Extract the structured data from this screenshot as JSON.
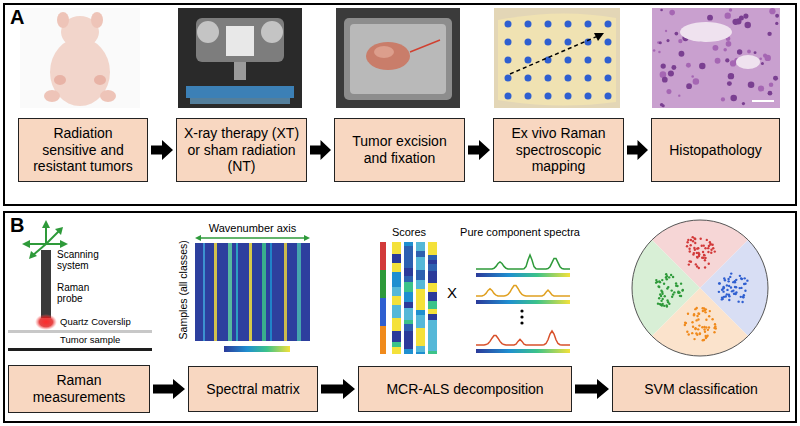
{
  "diagram": {
    "nodes": [
      {
        "text": [
          "A"
        ]
      },
      {
        "text": [
          "Radiation sensitive and resistant tumors"
        ],
        "in": 0
      },
      {
        "text": [
          "X-ray therapy (XT) or sham radiation (NT)"
        ],
        "in": 0
      },
      {
        "text": [
          "Tumor excision and fixation"
        ],
        "in": 0
      },
      {
        "text": [
          "Ex vivo Raman spectroscopic mapping"
        ],
        "in": 0
      },
      {
        "text": [
          "Histopathology"
        ],
        "in": 0
      },
      {
        "text": [
          "B"
        ]
      },
      {
        "text": [
          "Raman measurements"
        ],
        "in": 6
      },
      {
        "text": [
          "Spectral matrix"
        ],
        "in": 6
      },
      {
        "text": [
          "MCR-ALS decomposition"
        ],
        "in": 6
      },
      {
        "text": [
          "SVM classification"
        ],
        "in": 6
      }
    ],
    "edges": [
      {
        "from": 1,
        "to": 2,
        "arrow": "to"
      },
      {
        "from": 2,
        "to": 3,
        "arrow": "to"
      },
      {
        "from": 3,
        "to": 4,
        "arrow": "to"
      },
      {
        "from": 4,
        "to": 5,
        "arrow": "to"
      },
      {
        "from": 7,
        "to": 8,
        "arrow": "to"
      },
      {
        "from": 8,
        "to": 9,
        "arrow": "to"
      },
      {
        "from": 9,
        "to": 10,
        "arrow": "to"
      }
    ],
    "labels": [
      "Scanning system",
      "Raman probe",
      "Quartz Coverslip",
      "Tumor sample",
      "Wavenumber axis",
      "Samples (all classes)",
      "Scores",
      "Pure component spectra",
      "X"
    ]
  }
}
